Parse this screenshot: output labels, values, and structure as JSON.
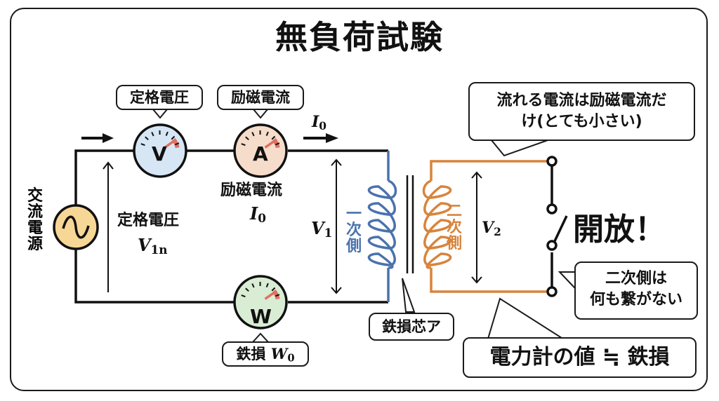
{
  "title": "無負荷試験",
  "colors": {
    "primary_coil": "#4a72ad",
    "secondary_coil": "#d8843c",
    "voltmeter_fill": "#d7e6f4",
    "ammeter_fill": "#f6dccb",
    "wattmeter_fill": "#d9ecd4",
    "ac_source_fill": "#f7d796",
    "needle": "#e07060"
  },
  "source": {
    "label": "交流電源",
    "icon": "ac-sine-icon"
  },
  "meters": {
    "voltmeter": {
      "letter": "V",
      "callout": "定格電圧"
    },
    "ammeter": {
      "letter": "A",
      "callout": "励磁電流"
    },
    "wattmeter": {
      "letter": "W",
      "callout_text": "鉄損",
      "callout_symbol": "W",
      "callout_sub": "0"
    }
  },
  "labels": {
    "rated_voltage_text": "定格電圧",
    "rated_voltage_symbol": "V",
    "rated_voltage_sub": "1n",
    "excitation_text": "励磁電流",
    "excitation_symbol": "I",
    "excitation_sub": "0",
    "current_arrow_symbol": "I",
    "current_arrow_sub": "0",
    "v1_symbol": "V",
    "v1_sub": "1",
    "v2_symbol": "V",
    "v2_sub": "2",
    "primary_side": "一次側",
    "secondary_side": "二次側",
    "iron_core": "鉄損芯ア",
    "open": "開放！"
  },
  "callouts": {
    "current_note_line1": "流れる電流は励磁電流だ",
    "current_note_line2": "け(とても小さい)",
    "secondary_note_line1": "二次側は",
    "secondary_note_line2": "何も繋がない",
    "conclusion": "電力計の値 ≒ 鉄損"
  }
}
